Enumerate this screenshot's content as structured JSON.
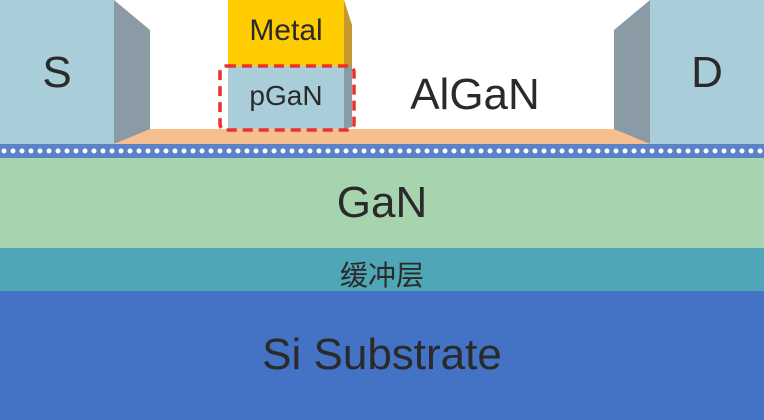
{
  "diagram": {
    "layers": {
      "source": {
        "label": "S",
        "color": "#a9cdd9"
      },
      "drain": {
        "label": "D",
        "color": "#a9cdd9"
      },
      "metal": {
        "label": "Metal",
        "color": "#ffcc00"
      },
      "pgan": {
        "label": "pGaN",
        "color": "#a9cdd9"
      },
      "algan": {
        "label": "AlGaN",
        "color": "#ffffff"
      },
      "algan_thin": {
        "color": "#f7bf8f"
      },
      "gan": {
        "label": "GaN",
        "color": "#a6d4ae"
      },
      "buffer": {
        "label": "缓冲层",
        "color": "#4fa6b6"
      },
      "substrate": {
        "label": "Si Substrate",
        "color": "#4472c4"
      }
    },
    "highlight_color": "#e8322b",
    "contact_side_color": "#8a9ba5",
    "interface_color": "#5a82c8"
  }
}
